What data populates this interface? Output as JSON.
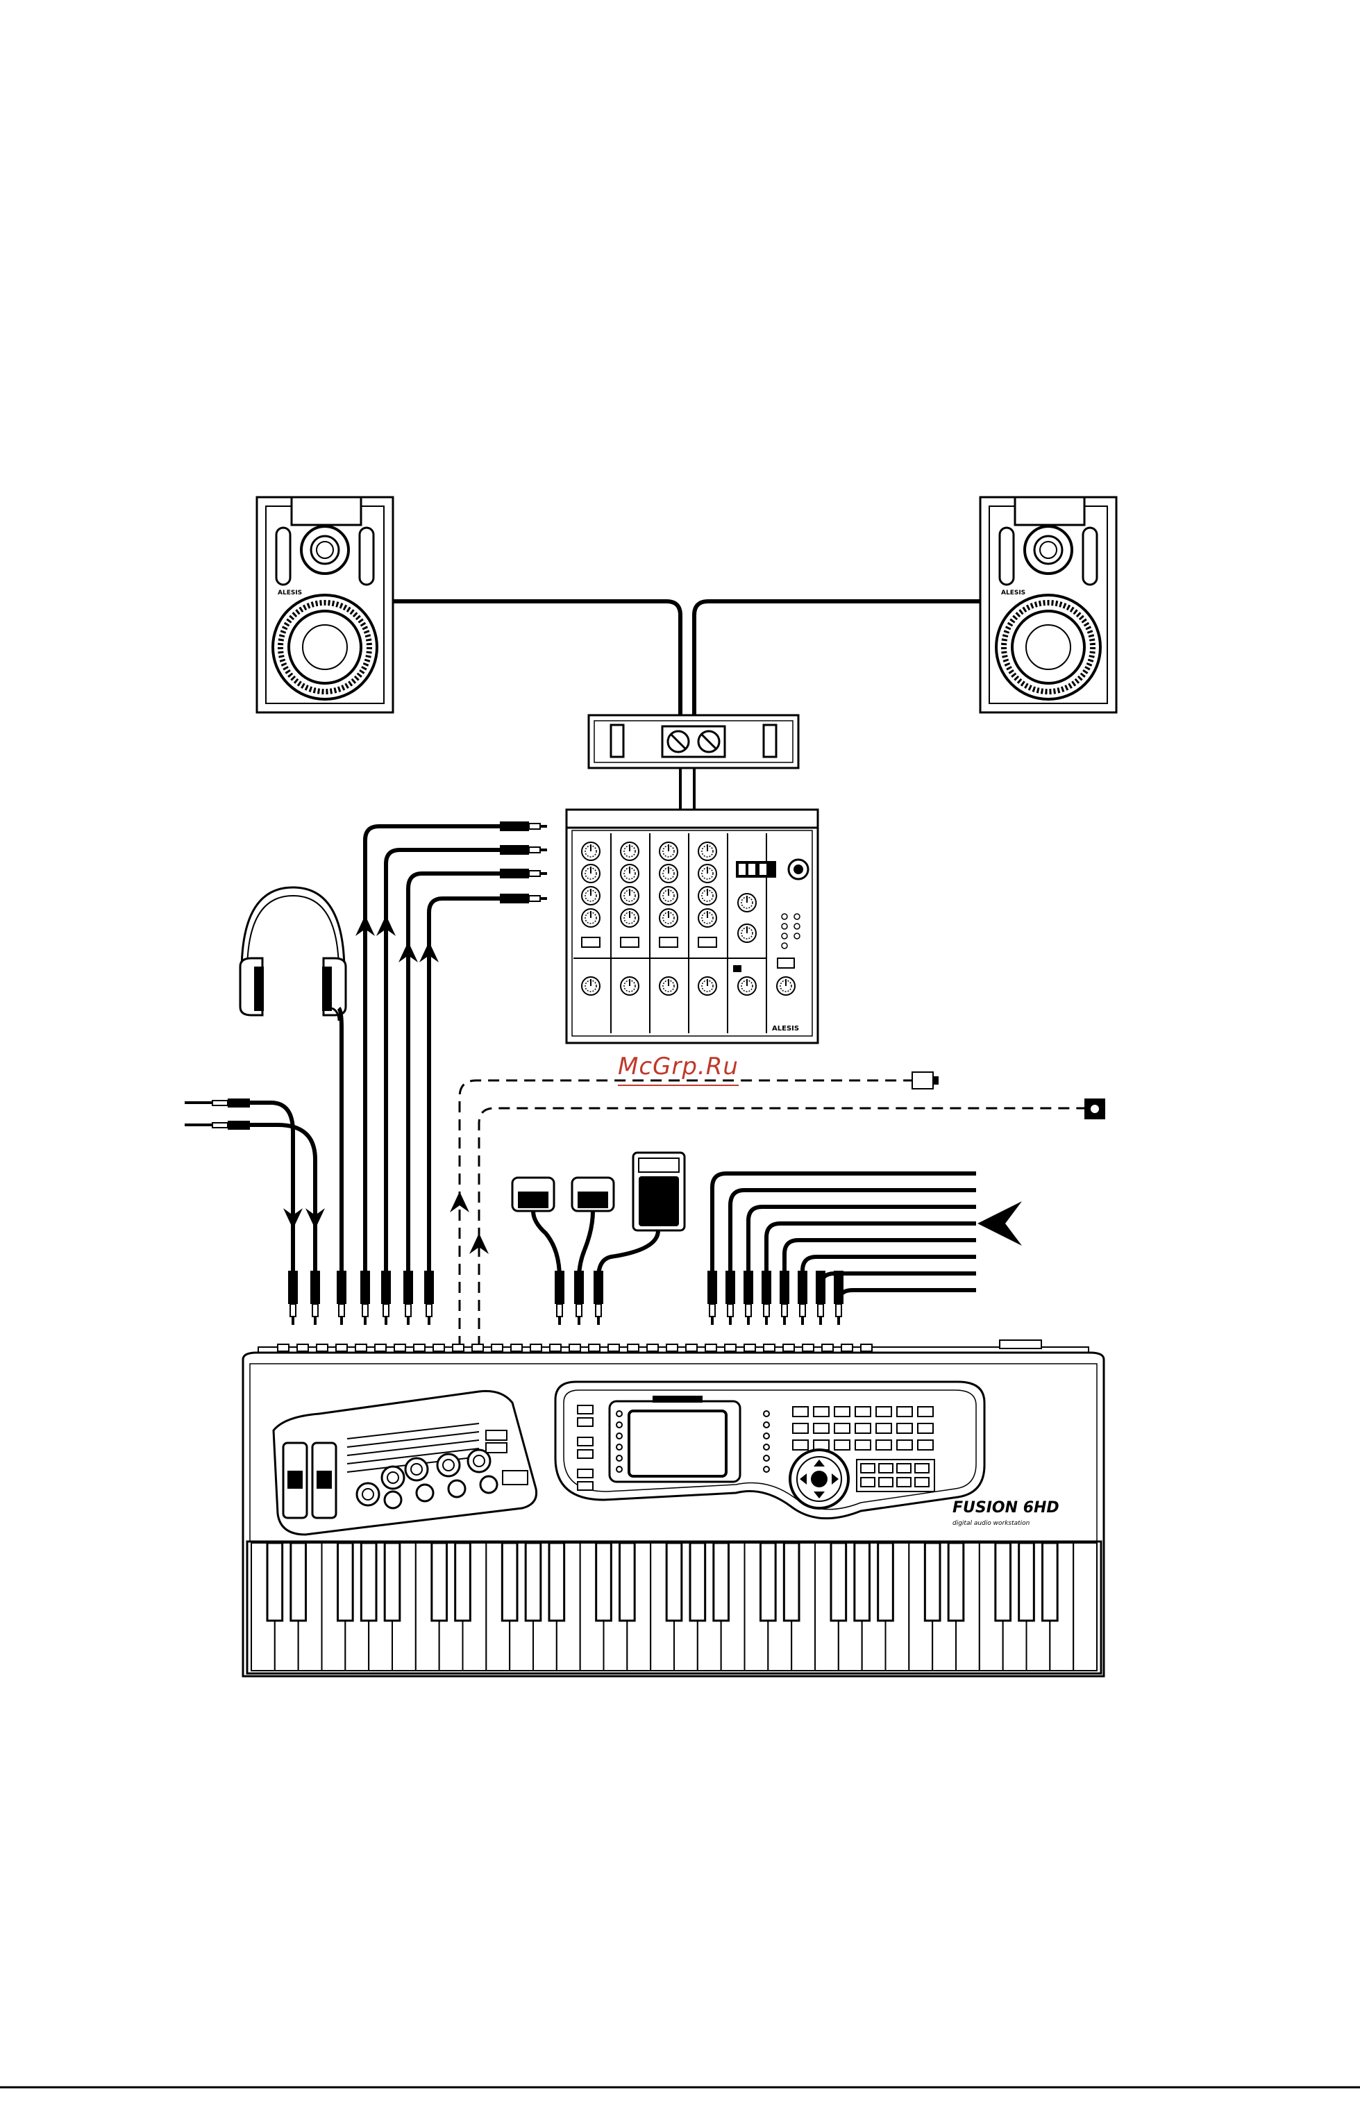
{
  "watermark": {
    "text": "McGrp.Ru",
    "color": "#c0392b"
  },
  "keyboard": {
    "model_name": "FUSION 6HD",
    "tagline": "digital audio workstation"
  },
  "speaker": {
    "brand": "ALESIS"
  },
  "mixer": {
    "brand": "ALESIS"
  },
  "colors": {
    "ink": "#000000",
    "paper": "#ffffff"
  }
}
